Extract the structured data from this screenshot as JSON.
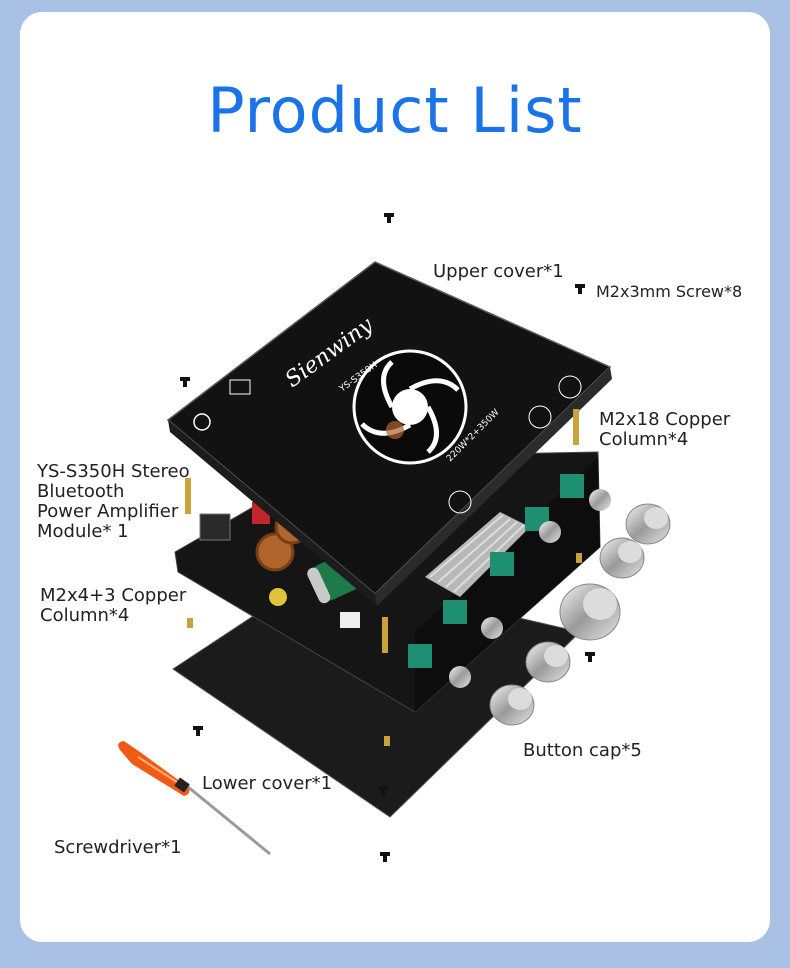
{
  "page": {
    "title": "Product List",
    "colors": {
      "background": "#a9c1e4",
      "card": "#ffffff",
      "title": "#1a73e8",
      "text": "#222222"
    }
  },
  "labels": {
    "upper_cover": "Upper cover*1",
    "screw": "M2x3mm Screw*8",
    "copper_column_18": "M2x18 Copper Column*4",
    "module_line1": "YS-S350H Stereo",
    "module_line2": "Bluetooth",
    "module_line3": "Power Amplifier",
    "module_line4": "Module* 1",
    "copper_column_4_line1": "M2x4+3 Copper",
    "copper_column_4_line2": "Column*4",
    "copper_column_18_line1": "M2x18 Copper",
    "copper_column_18_line2": "Column*4",
    "button_cap": "Button cap*5",
    "lower_cover": "Lower cover*1",
    "screwdriver": "Screwdriver*1"
  },
  "cover_print": {
    "brand": "Sienwiny",
    "model": "YS-S350H",
    "power": "220W*2+350W"
  },
  "icons": [
    "screw-icon",
    "copper-column-icon",
    "knob-icon",
    "screwdriver-icon"
  ]
}
